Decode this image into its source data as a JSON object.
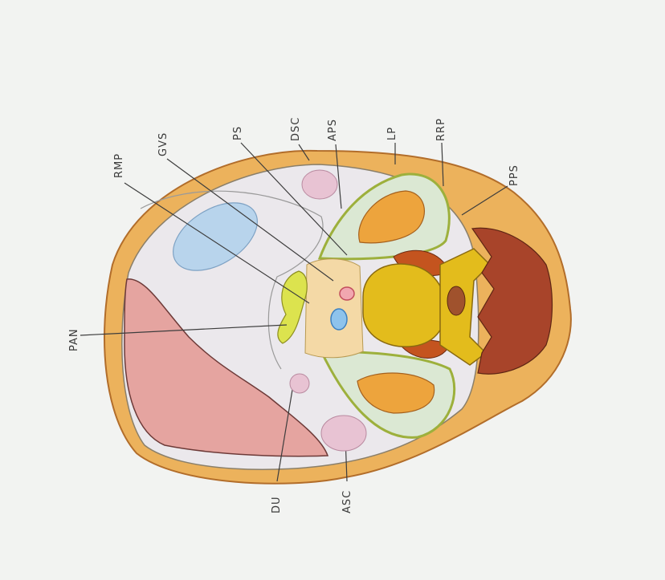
{
  "diagram": {
    "labels": {
      "rmp": "RMP",
      "gvs": "GVS",
      "ps": "PS",
      "dsc": "DSC",
      "aps": "APS",
      "lp": "LP",
      "rrp": "RRP",
      "pps": "PPS",
      "pan": "PAN",
      "du": "DU",
      "asc": "ASC"
    },
    "colors": {
      "paper": "#f2f3f1",
      "skin_fat": "#ecb25c",
      "peritoneal_cavity": "#ebe8ec",
      "liver": "#e5a4a0",
      "stomach": "#b8d4ec",
      "pancreas": "#dce34e",
      "kidney_fat": "#dbe8d3",
      "kidney": "#eda43d",
      "vertebra": "#e3bc1c",
      "psoas": "#c4541f",
      "spinal_muscles": "#a8442a",
      "aorta": "#f1a7b0",
      "ivc": "#8ec3ec"
    }
  }
}
